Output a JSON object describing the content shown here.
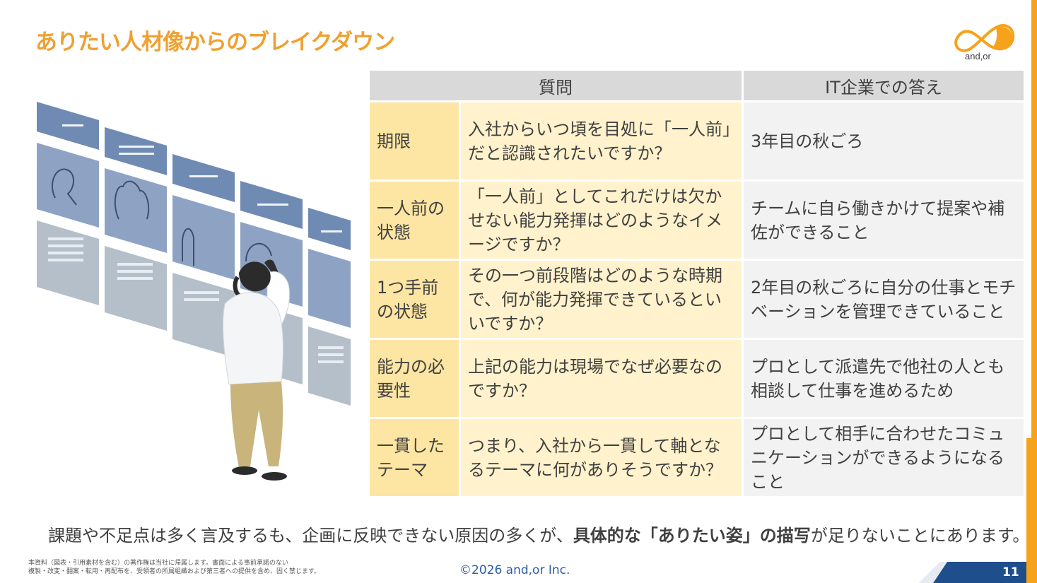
{
  "title": "ありたい人材像からのブレイクダウン",
  "logo_text": "and,or",
  "table": {
    "headers": [
      "質問",
      "IT企業での答え"
    ],
    "rows": [
      {
        "label": "期限",
        "question": "入社からいつ頃を目処に「一人前」だと認識されたいですか？",
        "answer": "3年目の秋ごろ"
      },
      {
        "label": "一人前の状態",
        "question": "「一人前」としてこれだけは欠かせない能力発揮はどのようなイメージですか？",
        "answer": "チームに自ら働きかけて提案や補佐ができること"
      },
      {
        "label": "1つ手前の状態",
        "question": "その一つ前段階はどのような時期で、何が能力発揮できているといいですか？",
        "answer": "2年目の秋ごろに自分の仕事とモチベーションを管理できていること"
      },
      {
        "label": "能力の必要性",
        "question": "上記の能力は現場でなぜ必要なのですか？",
        "answer": "プロとして派遣先で他社の人とも相談して仕事を進めるため"
      },
      {
        "label": "一貫したテーマ",
        "question": "つまり、入社から一貫して軸となるテーマに何がありそうですか？",
        "answer": "プロとして相手に合わせたコミュニケーションができるようになること"
      }
    ]
  },
  "bottom": {
    "before": "課題や不足点は多く言及するも、企画に反映できない原因の多くが、",
    "bold": "具体的な「ありたい姿」の描写",
    "after": "が足りないことにあります。"
  },
  "note_line1": "本資料（図表・引用素材を含む）の著作権は当社に帰属します。書面による事前承諾のない",
  "note_line2": "複製・改変・翻案・転用・再配布を、受領者の所属組織および第三者への提供を含め、固く禁じます。",
  "copyright": "©2026 and,or Inc.",
  "page_number": "11",
  "colors": {
    "title": "#f0a030",
    "label_bg": "#fde5a3",
    "question_bg": "#fff2cc",
    "answer_bg": "#f2f2f2",
    "header_bg": "#d9d9d9",
    "accent": "#f7a21b",
    "navy": "#1f4e8c"
  }
}
